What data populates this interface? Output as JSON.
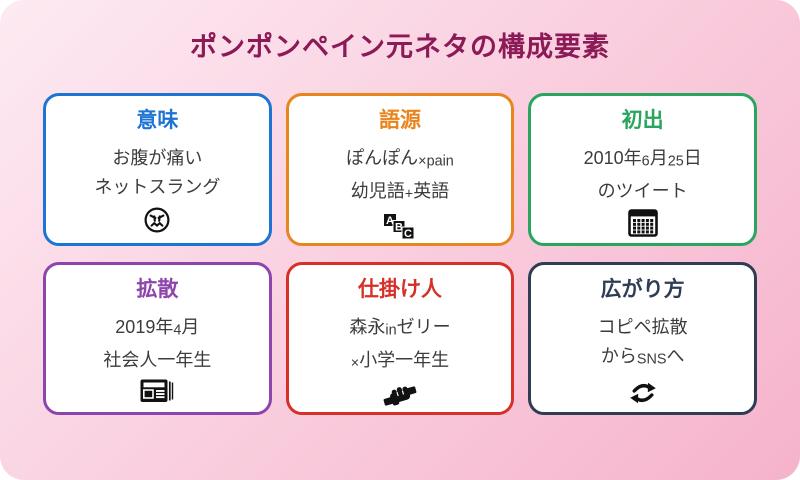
{
  "page": {
    "title": "ポンポンペイン元ネタの構成要素",
    "title_color": "#8b1a56",
    "body_text_color": "#3c3c3c",
    "icon_color": "#111111",
    "background_gradient": [
      "#fdeaf2",
      "#f6b3cb"
    ]
  },
  "cards": [
    {
      "name": "meaning",
      "title": "意味",
      "accent_color": "#1e74d2",
      "icon": "confounded-face-icon",
      "lines": [
        [
          {
            "text": "お腹が痛い"
          }
        ],
        [
          {
            "text": "ネットスラング"
          }
        ]
      ]
    },
    {
      "name": "etymology",
      "title": "語源",
      "accent_color": "#e8851f",
      "icon": "abc-blocks-icon",
      "lines": [
        [
          {
            "text": "ぽんぽん"
          },
          {
            "text": "×pain",
            "small": true
          }
        ],
        [
          {
            "text": "幼児語"
          },
          {
            "text": "+",
            "small": true
          },
          {
            "text": "英語"
          }
        ]
      ]
    },
    {
      "name": "first-appearance",
      "title": "初出",
      "accent_color": "#2aa55f",
      "icon": "calendar-icon",
      "lines": [
        [
          {
            "text": "2010年"
          },
          {
            "text": "6",
            "small": true
          },
          {
            "text": "月"
          },
          {
            "text": "25",
            "small": true
          },
          {
            "text": "日"
          }
        ],
        [
          {
            "text": "のツイート"
          }
        ]
      ]
    },
    {
      "name": "spread",
      "title": "拡散",
      "accent_color": "#8e44ad",
      "icon": "newspaper-icon",
      "lines": [
        [
          {
            "text": "2019年"
          },
          {
            "text": "4",
            "small": true
          },
          {
            "text": "月"
          }
        ],
        [
          {
            "text": "社会人一年生"
          }
        ]
      ]
    },
    {
      "name": "instigator",
      "title": "仕掛け人",
      "accent_color": "#d63029",
      "icon": "handshake-icon",
      "lines": [
        [
          {
            "text": "森永"
          },
          {
            "text": "in",
            "small": true
          },
          {
            "text": "ゼリー"
          }
        ],
        [
          {
            "text": "×",
            "small": true
          },
          {
            "text": "小学一年生"
          }
        ]
      ]
    },
    {
      "name": "how-it-spread",
      "title": "広がり方",
      "accent_color": "#2e3d54",
      "icon": "cycle-arrows-icon",
      "lines": [
        [
          {
            "text": "コピペ拡散"
          }
        ],
        [
          {
            "text": "から"
          },
          {
            "text": "SNS",
            "small": true
          },
          {
            "text": "へ"
          }
        ]
      ]
    }
  ]
}
